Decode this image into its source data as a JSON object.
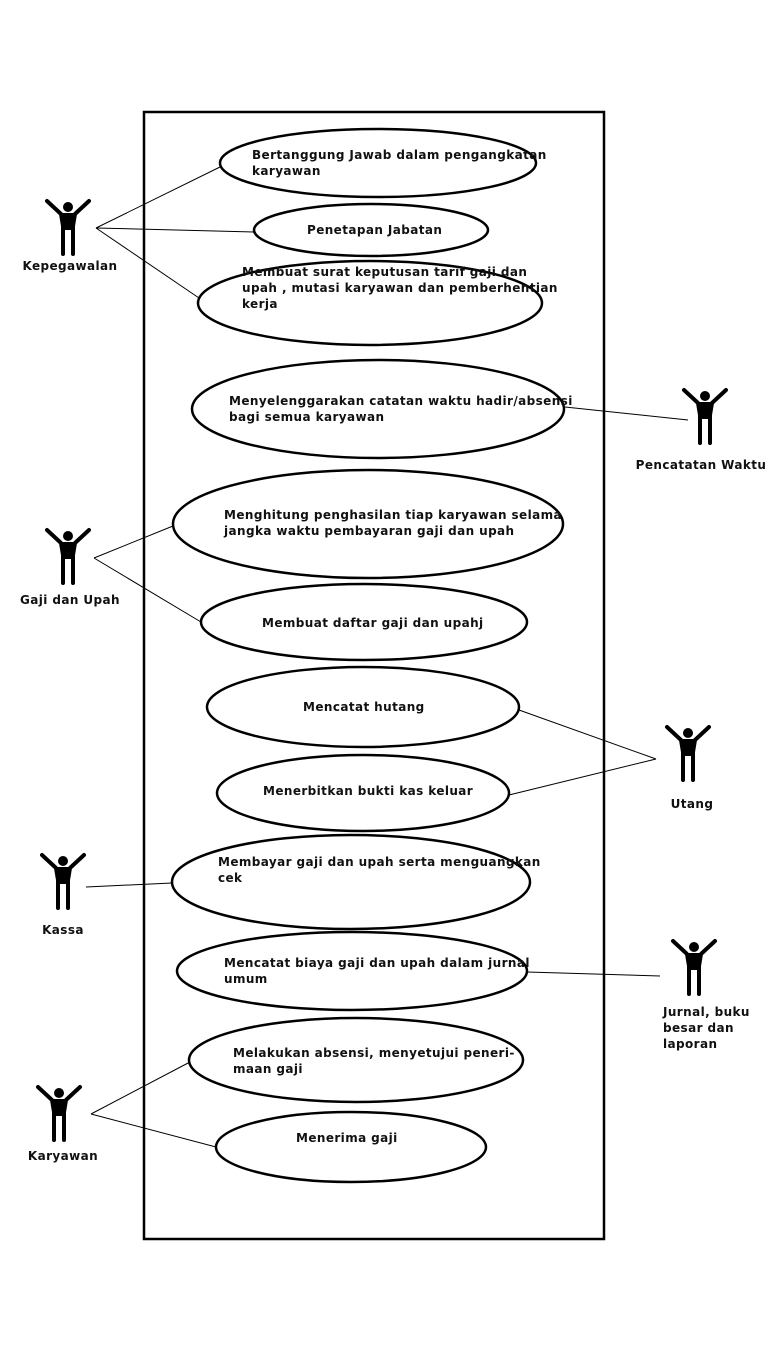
{
  "actors": [
    {
      "id": "kepegawalan",
      "label_lines": [
        "Kepegawalan"
      ]
    },
    {
      "id": "pencatatan",
      "label_lines": [
        "Pencatatan Waktu"
      ]
    },
    {
      "id": "gaji",
      "label_lines": [
        "Gaji dan Upah"
      ]
    },
    {
      "id": "utang",
      "label_lines": [
        "Utang"
      ]
    },
    {
      "id": "kassa",
      "label_lines": [
        "Kassa"
      ]
    },
    {
      "id": "jurnal",
      "label_lines": [
        "Jurnal, buku",
        "besar dan",
        "laporan"
      ]
    },
    {
      "id": "karyawan",
      "label_lines": [
        "Karyawan"
      ]
    }
  ],
  "use_cases": [
    {
      "id": "uc1",
      "lines": [
        "Bertanggung Jawab dalam pengangkatan",
        "karyawan"
      ]
    },
    {
      "id": "uc2",
      "lines": [
        "Penetapan Jabatan"
      ]
    },
    {
      "id": "uc3",
      "lines": [
        "Membuat surat keputusan tarif gaji dan",
        "upah , mutasi karyawan dan pemberhentian",
        "kerja"
      ]
    },
    {
      "id": "uc4",
      "lines": [
        "Menyelenggarakan catatan waktu hadir/absensi",
        "bagi semua karyawan"
      ]
    },
    {
      "id": "uc5",
      "lines": [
        "Menghitung penghasilan tiap karyawan selama",
        "jangka waktu pembayaran gaji dan upah"
      ]
    },
    {
      "id": "uc6",
      "lines": [
        "Membuat daftar gaji dan upahj"
      ]
    },
    {
      "id": "uc7",
      "lines": [
        "Mencatat hutang"
      ]
    },
    {
      "id": "uc8",
      "lines": [
        "Menerbitkan bukti kas keluar"
      ]
    },
    {
      "id": "uc9",
      "lines": [
        "Membayar gaji dan upah serta  menguangkan",
        "cek"
      ]
    },
    {
      "id": "uc10",
      "lines": [
        "Mencatat biaya gaji dan upah dalam jurnal",
        "umum"
      ]
    },
    {
      "id": "uc11",
      "lines": [
        "Melakukan absensi, menyetujui peneri-",
        "maan gaji"
      ]
    },
    {
      "id": "uc12",
      "lines": [
        "Menerima gaji"
      ]
    }
  ],
  "associations": [
    {
      "actor": "kepegawalan",
      "use_case": "uc1"
    },
    {
      "actor": "kepegawalan",
      "use_case": "uc2"
    },
    {
      "actor": "kepegawalan",
      "use_case": "uc3"
    },
    {
      "actor": "pencatatan",
      "use_case": "uc4"
    },
    {
      "actor": "gaji",
      "use_case": "uc5"
    },
    {
      "actor": "gaji",
      "use_case": "uc6"
    },
    {
      "actor": "utang",
      "use_case": "uc7"
    },
    {
      "actor": "utang",
      "use_case": "uc8"
    },
    {
      "actor": "kassa",
      "use_case": "uc9"
    },
    {
      "actor": "jurnal",
      "use_case": "uc10"
    },
    {
      "actor": "karyawan",
      "use_case": "uc11"
    },
    {
      "actor": "karyawan",
      "use_case": "uc12"
    }
  ],
  "colors": {
    "stroke": "#000000",
    "text": "#111111",
    "background": "#ffffff"
  }
}
